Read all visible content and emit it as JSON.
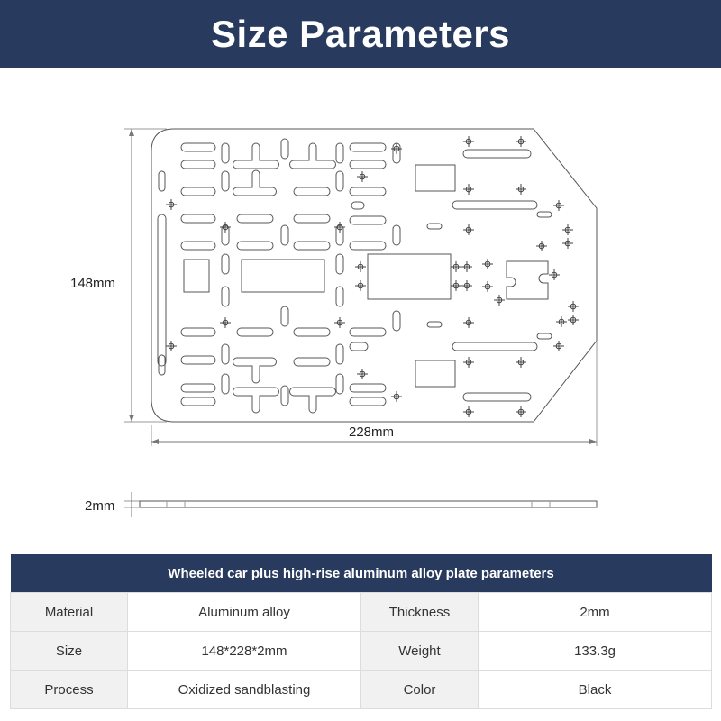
{
  "page": {
    "title": "Size Parameters"
  },
  "drawing": {
    "height_label": "148mm",
    "width_label": "228mm",
    "thickness_label": "2mm"
  },
  "table": {
    "header": "Wheeled car plus high-rise aluminum alloy plate parameters",
    "rows": [
      {
        "key1": "Material",
        "val1": "Aluminum alloy",
        "key2": "Thickness",
        "val2": "2mm"
      },
      {
        "key1": "Size",
        "val1": "148*228*2mm",
        "key2": "Weight",
        "val2": "133.3g"
      },
      {
        "key1": "Process",
        "val1": "Oxidized sandblasting",
        "key2": "Color",
        "val2": "Black"
      }
    ]
  },
  "colors": {
    "banner": "#283a5e",
    "table_header": "#283a5e",
    "key_cell": "#f1f1f1"
  }
}
